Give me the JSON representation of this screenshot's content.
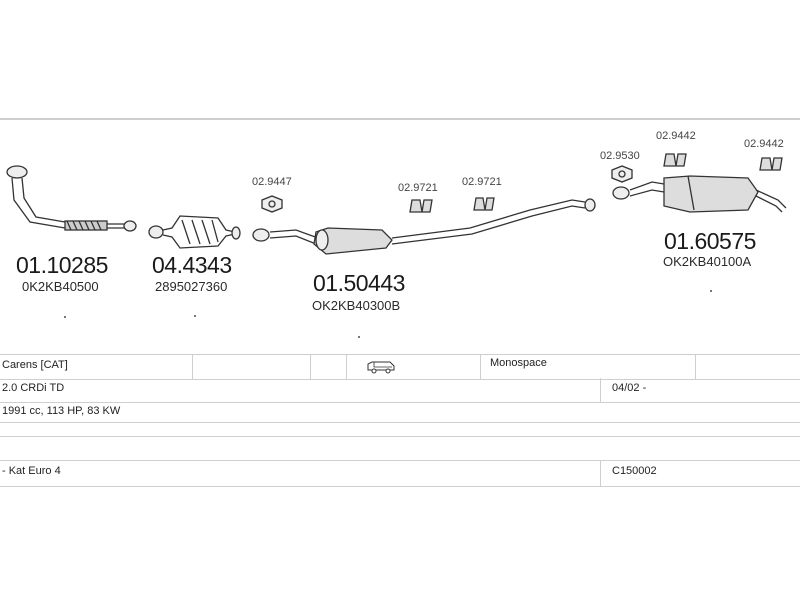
{
  "parts": [
    {
      "number": "01.10285",
      "ref": "0K2KB40500"
    },
    {
      "number": "04.4343",
      "ref": "2895027360"
    },
    {
      "number": "01.50443",
      "ref": "OK2KB40300B"
    },
    {
      "number": "01.60575",
      "ref": "OK2KB40100A"
    }
  ],
  "small_parts": [
    "02.9447",
    "02.9721",
    "02.9721",
    "02.9530",
    "02.9442",
    "02.9442"
  ],
  "vehicle": {
    "model": "Carens  [CAT]",
    "body": "Monospace",
    "engine": "2.0 CRDi TD",
    "date": "04/02 -",
    "spec": "1991 cc, 113 HP, 83 KW",
    "emission": "- Kat Euro 4",
    "code": "C150002"
  },
  "icons": {
    "van": "van-icon"
  }
}
